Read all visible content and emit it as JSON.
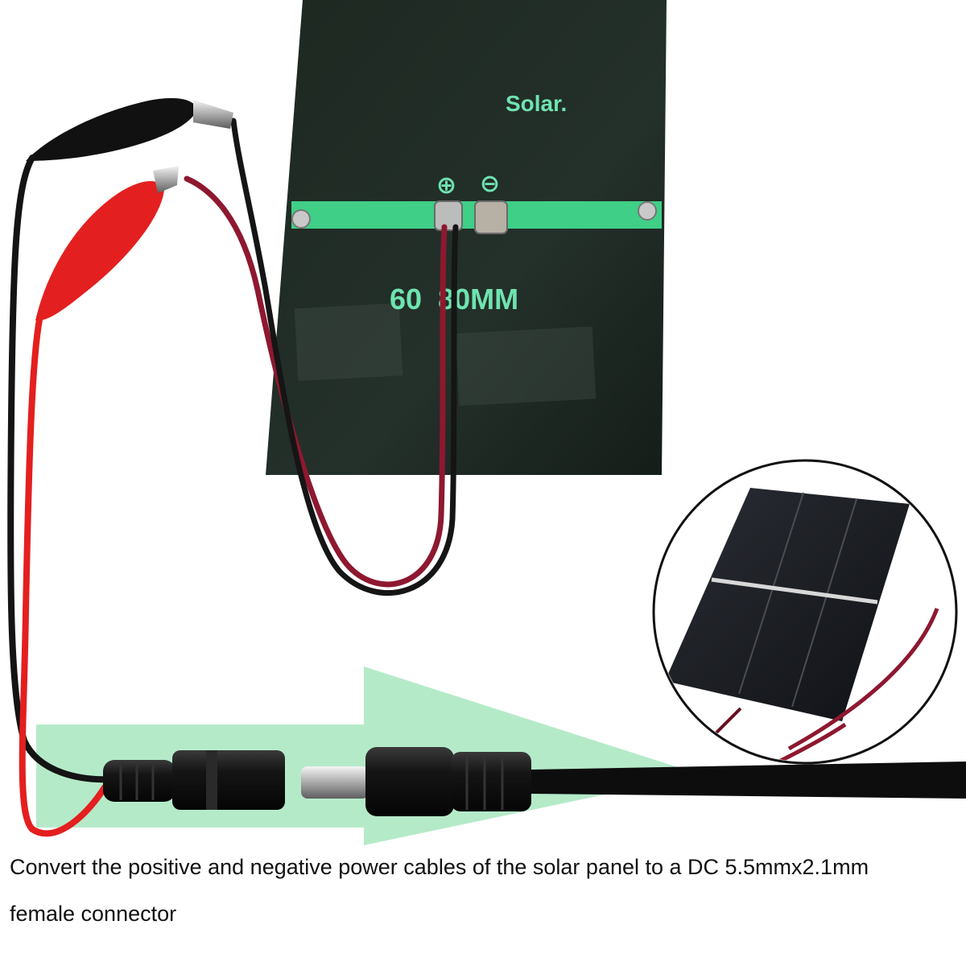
{
  "panel": {
    "brand_label": "Solar.",
    "size_label": "60  80MM",
    "positive_symbol": "⊕",
    "negative_symbol": "⊖"
  },
  "caption": {
    "line1": "Convert the positive and negative power cables of the solar panel to a DC 5.5mmx2.1mm",
    "line2": "female connector"
  },
  "colors": {
    "panel": "#1f2a22",
    "trace": "#3fcf87",
    "arrow": "#a8e6c0",
    "red_wire": "#e41f1f",
    "black_wire": "#141414"
  }
}
